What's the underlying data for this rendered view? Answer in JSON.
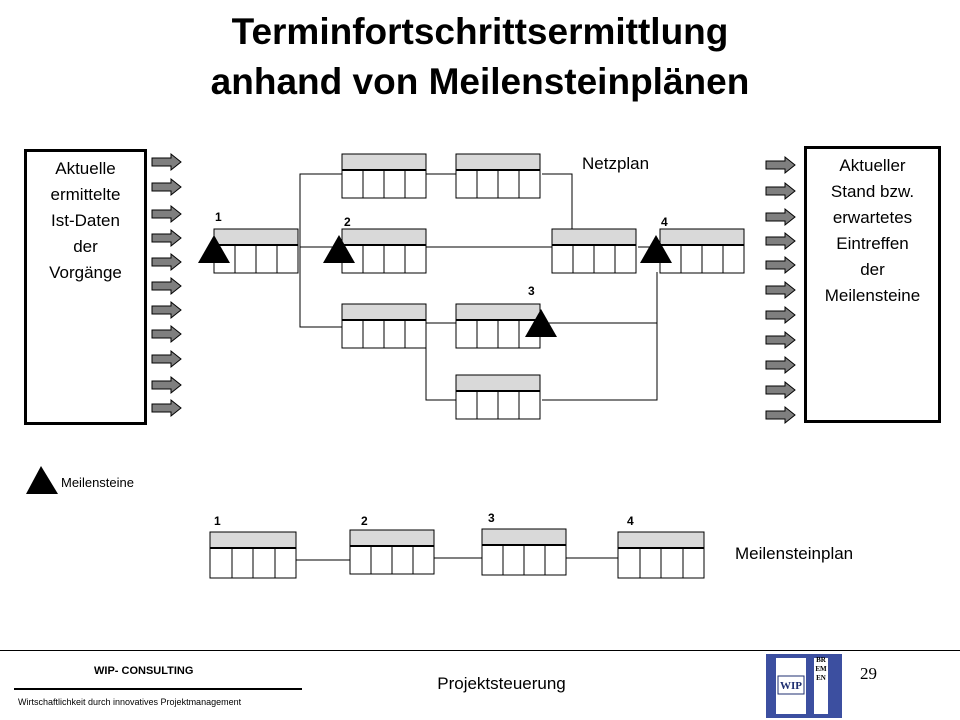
{
  "title": {
    "line1": "Terminfortschrittsermittlung",
    "line2": "anhand von Meilensteinplänen"
  },
  "left_box": {
    "lines": [
      "Aktuelle",
      "ermittelte",
      "Ist-Daten",
      "der",
      "Vorgänge"
    ]
  },
  "right_box": {
    "lines": [
      "Aktueller",
      "Stand bzw.",
      "erwartetes",
      "Eintreffen",
      "der",
      "Meilensteine"
    ]
  },
  "netzplan": {
    "label": "Netzplan",
    "milestone_numbers": [
      "1",
      "2",
      "3",
      "4"
    ]
  },
  "legend": {
    "label": "Meilensteine",
    "icon": "triangle-milestone-icon"
  },
  "meilensteinplan": {
    "label": "Meilensteinplan",
    "numbers": [
      "1",
      "2",
      "3",
      "4"
    ]
  },
  "footer": {
    "company": "WIP- CONSULTING",
    "tagline": "Wirtschaftlichkeit durch innovatives Projektmanagement",
    "title": "Projektsteuerung",
    "page_number": "29",
    "logo_text": "WIP",
    "logo_letters": "BREMEN"
  },
  "colors": {
    "arrow_fill": "#7f7f7f",
    "logo_blue": "#3c4fa0"
  }
}
